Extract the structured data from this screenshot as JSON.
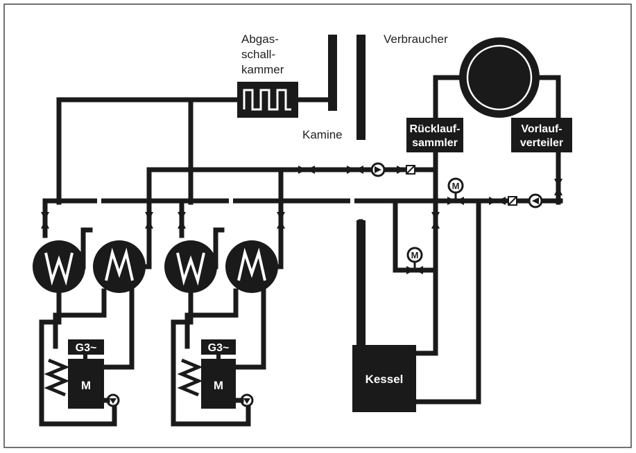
{
  "labels": {
    "abgas": [
      "Abgas-",
      "schall-",
      "kammer"
    ],
    "kamine": "Kamine",
    "verbraucher": "Verbraucher",
    "ruecklauf": [
      "Rücklauf-",
      "sammler"
    ],
    "vorlauf": [
      "Vorlauf-",
      "verteiler"
    ],
    "kessel": "Kessel",
    "motor_valve": "M",
    "generator": "G3~",
    "motor": "M"
  },
  "colors": {
    "line": "#1a1a1a",
    "background": "#ffffff",
    "frame": "#444444"
  }
}
